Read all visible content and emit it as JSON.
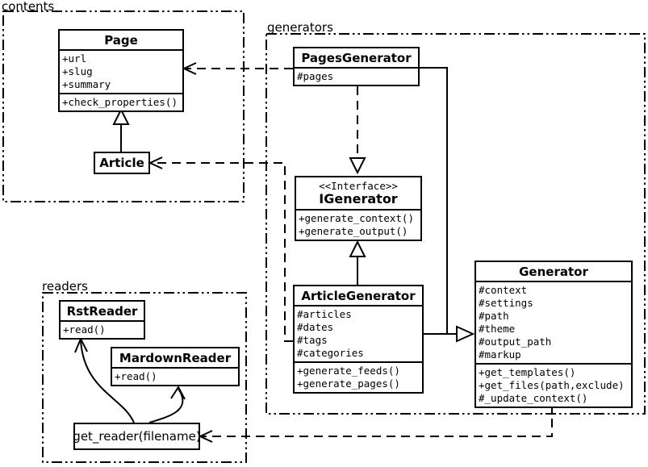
{
  "packages": {
    "contents": {
      "label": "contents"
    },
    "generators": {
      "label": "generators"
    },
    "readers": {
      "label": "readers"
    }
  },
  "classes": {
    "page": {
      "name": "Page",
      "attributes": [
        "+url",
        "+slug",
        "+summary"
      ],
      "methods": [
        "+check_properties()"
      ]
    },
    "article": {
      "name": "Article"
    },
    "pages_generator": {
      "name": "PagesGenerator",
      "attributes": [
        "#pages"
      ]
    },
    "igenerator": {
      "stereotype": "<<Interface>>",
      "name": "IGenerator",
      "methods": [
        "+generate_context()",
        "+generate_output()"
      ]
    },
    "article_generator": {
      "name": "ArticleGenerator",
      "attributes": [
        "#articles",
        "#dates",
        "#tags",
        "#categories"
      ],
      "methods": [
        "+generate_feeds()",
        "+generate_pages()"
      ]
    },
    "generator": {
      "name": "Generator",
      "attributes": [
        "#context",
        "#settings",
        "#path",
        "#theme",
        "#output_path",
        "#markup"
      ],
      "methods": [
        "+get_templates()",
        "+get_files(path,exclude)",
        "#_update_context()"
      ]
    },
    "rst_reader": {
      "name": "RstReader",
      "methods": [
        "+read()"
      ]
    },
    "mardown_reader": {
      "name": "MardownReader",
      "methods": [
        "+read()"
      ]
    }
  },
  "nodes": {
    "get_reader": {
      "label": "get_reader(filename)"
    }
  },
  "relationships": [
    {
      "type": "inheritance",
      "from": "Article",
      "to": "Page"
    },
    {
      "type": "realization",
      "from": "PagesGenerator",
      "to": "IGenerator"
    },
    {
      "type": "inheritance",
      "from": "ArticleGenerator",
      "to": "IGenerator"
    },
    {
      "type": "inheritance",
      "from": "PagesGenerator",
      "to": "Generator"
    },
    {
      "type": "inheritance",
      "from": "ArticleGenerator",
      "to": "Generator"
    },
    {
      "type": "dependency",
      "from": "PagesGenerator",
      "to": "Page"
    },
    {
      "type": "dependency",
      "from": "ArticleGenerator",
      "to": "Article"
    },
    {
      "type": "dependency",
      "from": "Generator",
      "to": "get_reader(filename)"
    },
    {
      "type": "arrow",
      "from": "get_reader(filename)",
      "to": "RstReader"
    },
    {
      "type": "arrow",
      "from": "get_reader(filename)",
      "to": "MardownReader"
    }
  ],
  "colors": {
    "line": "#000000",
    "background": "#ffffff",
    "box_fill": "#ffffff"
  }
}
